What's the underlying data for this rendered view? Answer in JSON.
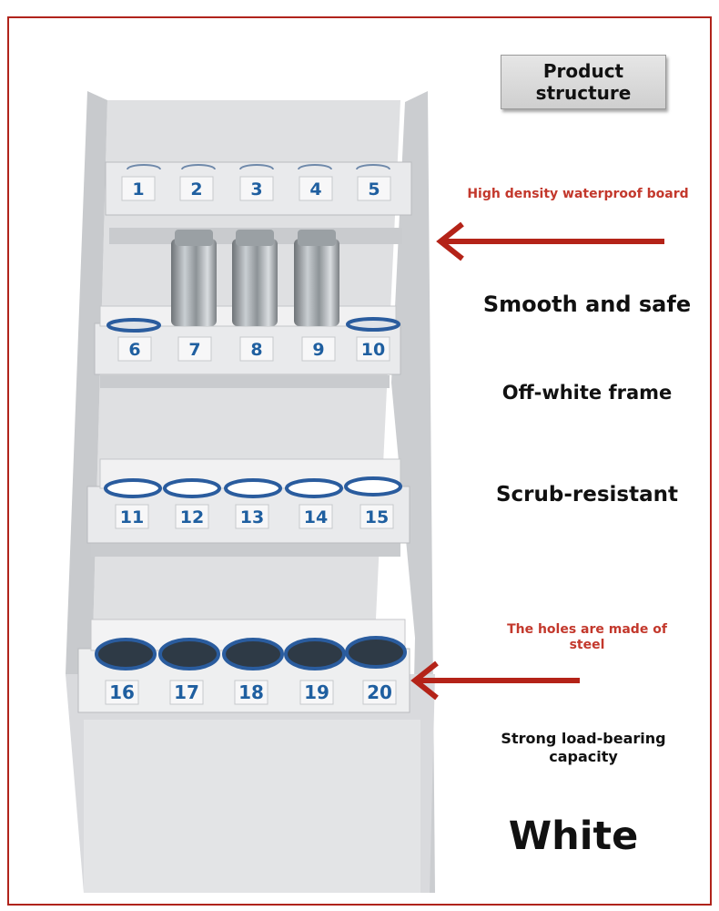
{
  "header": {
    "title": "Product\nstructure"
  },
  "annotations": {
    "board": "High density waterproof board",
    "smooth": "Smooth and safe",
    "frame": "Off-white frame",
    "scrub": "Scrub-resistant",
    "holes": "The holes are made of\nsteel",
    "load": "Strong load-bearing\ncapacity",
    "color": "White"
  },
  "shelves": [
    {
      "slots": [
        "1",
        "2",
        "3",
        "4",
        "5"
      ]
    },
    {
      "slots": [
        "6",
        "7",
        "8",
        "9",
        "10"
      ]
    },
    {
      "slots": [
        "11",
        "12",
        "13",
        "14",
        "15"
      ]
    },
    {
      "slots": [
        "16",
        "17",
        "18",
        "19",
        "20"
      ]
    }
  ],
  "colors": {
    "frame_border": "#b0241c",
    "arrow": "#b42318",
    "label_text": "#1f5fa0",
    "rim": "#2a5c9e"
  }
}
